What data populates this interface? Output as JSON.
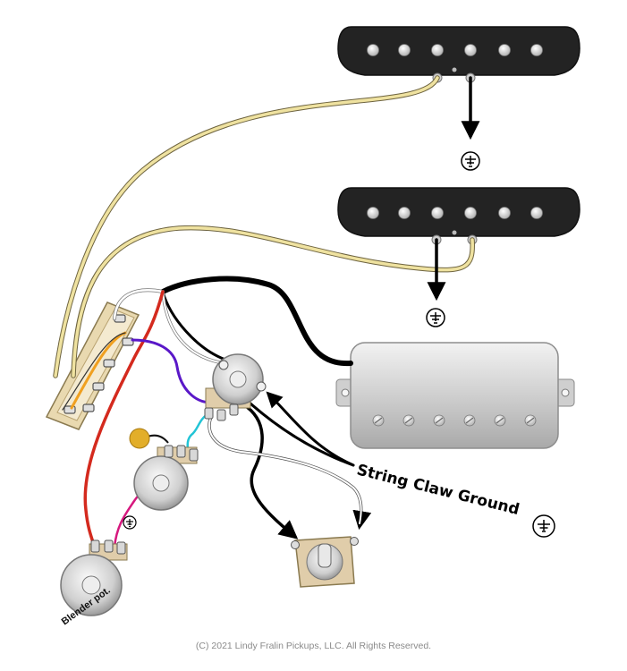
{
  "labels": {
    "string_claw_ground": "String Claw Ground",
    "blender_pot": "Blender pot.",
    "copyright": "(C) 2021 Lindy Fralin Pickups, LLC. All Rights Reserved."
  },
  "colors": {
    "pickup_cover": "#222222",
    "humbucker_cover": "#d8d8d8",
    "wire_yellow": "#efe2a0",
    "wire_black": "#000000",
    "wire_white": "#ffffff",
    "wire_red": "#d42a1e",
    "wire_purple": "#5a18c8",
    "wire_cyan": "#22c4d6",
    "wire_magenta": "#d6187e",
    "wire_orange": "#f0a020",
    "capacitor": "#e2ae2a",
    "jack_body": "#e0cdaa"
  },
  "icons": [
    "ground-symbol-icon",
    "arrow-icon"
  ]
}
